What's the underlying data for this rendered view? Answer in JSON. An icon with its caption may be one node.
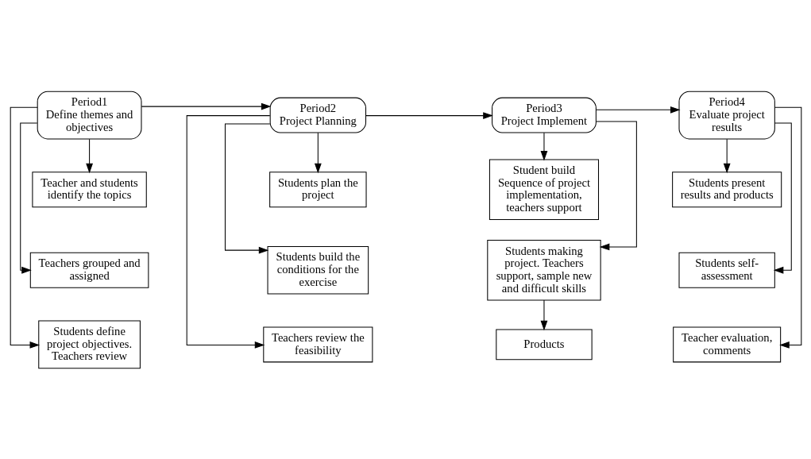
{
  "diagram": {
    "nodes": [
      {
        "text": [
          "Period1",
          "Define themes and objectives"
        ]
      },
      {
        "text": [
          "Period2",
          "Project Planning"
        ]
      },
      {
        "text": [
          "Period3",
          "Project Implement"
        ]
      },
      {
        "text": [
          "Period4",
          "Evaluate project results"
        ]
      },
      {
        "text": [
          "Teacher and students identify the topics"
        ]
      },
      {
        "text": [
          "Teachers grouped and assigned"
        ]
      },
      {
        "text": [
          "Students define project objectives. Teachers review"
        ]
      },
      {
        "text": [
          "Students plan the project"
        ]
      },
      {
        "text": [
          "Students build the conditions for the exercise"
        ]
      },
      {
        "text": [
          "Teachers review the feasibility"
        ]
      },
      {
        "text": [
          "Student build Sequence of project implementation, teachers support"
        ]
      },
      {
        "text": [
          "Students making project. Teachers support, sample new and difficult skills"
        ]
      },
      {
        "text": [
          "Products"
        ]
      },
      {
        "text": [
          "Students present results and products"
        ]
      },
      {
        "text": [
          "Students self-assessment"
        ]
      },
      {
        "text": [
          "Teacher evaluation, comments"
        ]
      }
    ],
    "edges": [
      {
        "from": 0,
        "to": 1,
        "arrow": "to"
      },
      {
        "from": 1,
        "to": 2,
        "arrow": "to"
      },
      {
        "from": 2,
        "to": 3,
        "arrow": "to"
      },
      {
        "from": 0,
        "to": 4,
        "arrow": "to"
      },
      {
        "from": 0,
        "to": 5,
        "arrow": "to"
      },
      {
        "from": 0,
        "to": 6,
        "arrow": "to"
      },
      {
        "from": 1,
        "to": 7,
        "arrow": "to"
      },
      {
        "from": 1,
        "to": 8,
        "arrow": "to"
      },
      {
        "from": 1,
        "to": 9,
        "arrow": "to"
      },
      {
        "from": 2,
        "to": 10,
        "arrow": "to"
      },
      {
        "from": 2,
        "to": 11,
        "arrow": "to"
      },
      {
        "from": 11,
        "to": 12,
        "arrow": "to"
      },
      {
        "from": 3,
        "to": 13,
        "arrow": "to"
      },
      {
        "from": 3,
        "to": 14,
        "arrow": "to"
      },
      {
        "from": 3,
        "to": 15,
        "arrow": "to"
      }
    ]
  }
}
